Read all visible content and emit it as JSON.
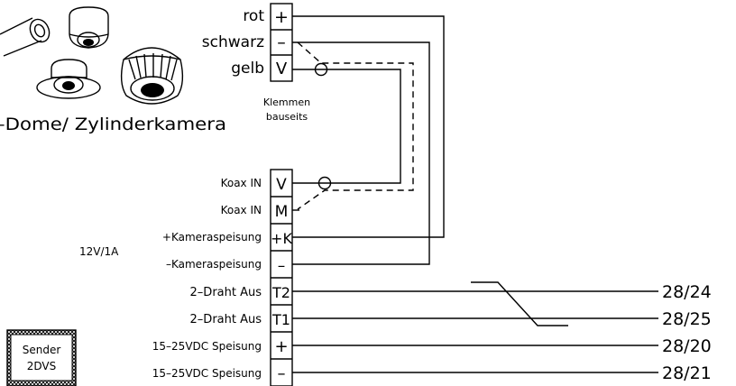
{
  "camera": {
    "title": "–Dome/ Zylinderkamera"
  },
  "top_terminals": [
    {
      "wire": "rot",
      "symbol": "+"
    },
    {
      "wire": "schwarz",
      "symbol": "–"
    },
    {
      "wire": "gelb",
      "symbol": "V"
    }
  ],
  "klemmen": {
    "line1": "Klemmen",
    "line2": "bauseits"
  },
  "bottom_terminals": [
    {
      "label": "Koax IN",
      "symbol": "V",
      "target": ""
    },
    {
      "label": "Koax IN",
      "symbol": "M",
      "target": ""
    },
    {
      "label": "+Kameraspeisung",
      "symbol": "+K",
      "target": ""
    },
    {
      "label": "–Kameraspeisung",
      "symbol": "–",
      "target": ""
    },
    {
      "label": "2–Draht Aus",
      "symbol": "T2",
      "target": "28/24"
    },
    {
      "label": "2–Draht Aus",
      "symbol": "T1",
      "target": "28/25"
    },
    {
      "label": "15–25VDC Speisung",
      "symbol": "+",
      "target": "28/20"
    },
    {
      "label": "15–25VDC Speisung",
      "symbol": "–",
      "target": "28/21"
    }
  ],
  "power_label": "12V/1A",
  "sender": {
    "line1": "Sender",
    "line2": "2DVS"
  },
  "colors": {
    "line": "#000000",
    "background": "#ffffff"
  }
}
